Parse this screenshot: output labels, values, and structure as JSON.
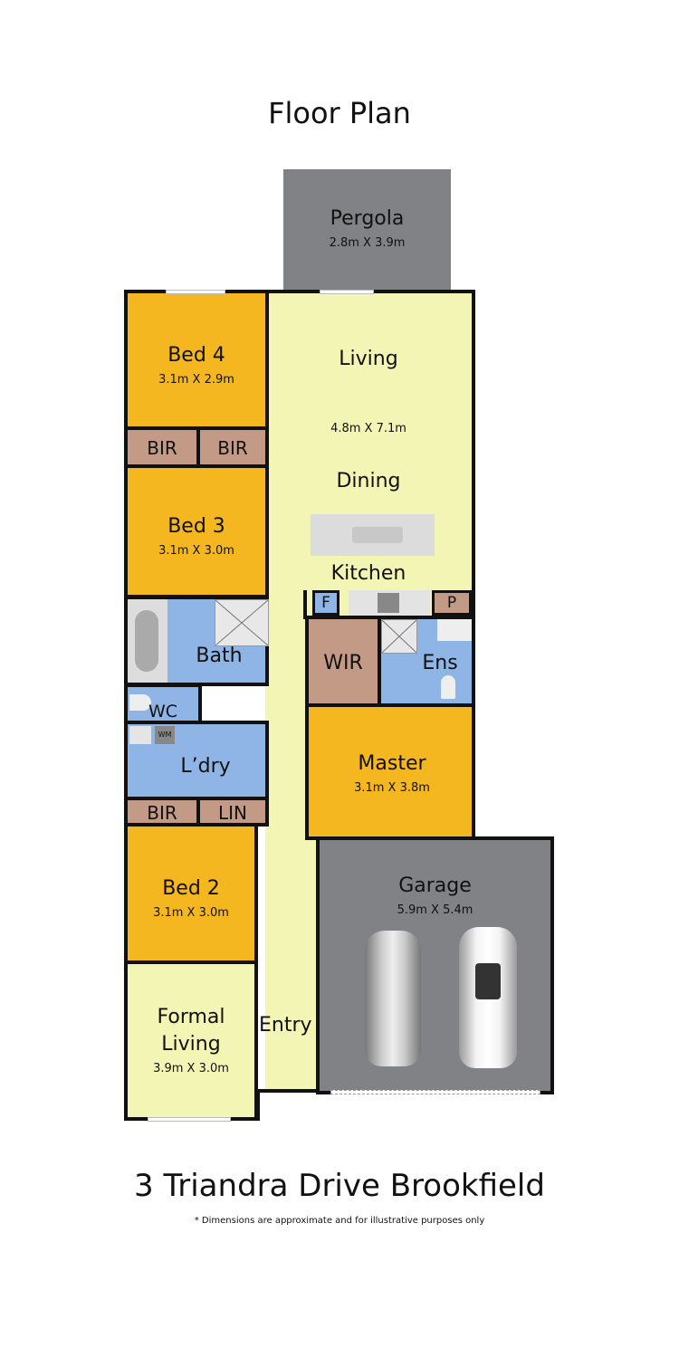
{
  "title": "Floor Plan",
  "address": "3 Triandra Drive Brookfield",
  "disclaimer": "* Dimensions are approximate and for illustrative purposes only",
  "colors": {
    "bedroom": "#f4b71f",
    "living": "#f3f5b4",
    "wet": "#8fb4e6",
    "storage": "#c39a85",
    "garage": "#818285",
    "wall": "#111111"
  },
  "rooms": {
    "pergola": {
      "name": "Pergola",
      "dims": "2.8m X 3.9m"
    },
    "living": {
      "name": "Living",
      "dims": "4.8m X 7.1m",
      "dining": "Dining",
      "kitchen": "Kitchen"
    },
    "bed4": {
      "name": "Bed 4",
      "dims": "3.1m X 2.9m"
    },
    "bir1": {
      "name": "BIR"
    },
    "bir2": {
      "name": "BIR"
    },
    "bed3": {
      "name": "Bed 3",
      "dims": "3.1m X 3.0m"
    },
    "bath": {
      "name": "Bath"
    },
    "wc": {
      "name": "WC"
    },
    "laundry": {
      "name": "L’dry",
      "wm": "WM"
    },
    "bir3": {
      "name": "BIR"
    },
    "lin": {
      "name": "LIN"
    },
    "bed2": {
      "name": "Bed 2",
      "dims": "3.1m X 3.0m"
    },
    "formal": {
      "name1": "Formal",
      "name2": "Living",
      "dims": "3.9m X 3.0m"
    },
    "entry": {
      "name": "Entry"
    },
    "fridge": {
      "name": "F"
    },
    "pantry": {
      "name": "P"
    },
    "wir": {
      "name": "WIR"
    },
    "ens": {
      "name": "Ens"
    },
    "master": {
      "name": "Master",
      "dims": "3.1m X 3.8m"
    },
    "garage": {
      "name": "Garage",
      "dims": "5.9m X 5.4m"
    }
  }
}
